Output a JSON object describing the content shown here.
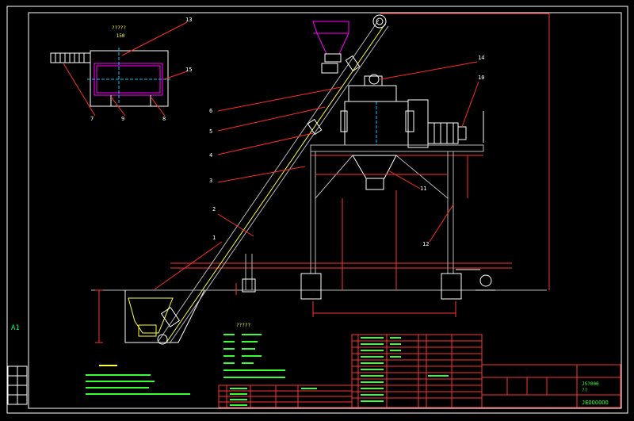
{
  "sheet": {
    "size_label": "A1",
    "drawing_no": "JEOOOOOO",
    "title_block_name": "JS?000",
    "title_block_sub": "??"
  },
  "callouts": [
    "1",
    "2",
    "3",
    "4",
    "5",
    "6",
    "7",
    "8",
    "9",
    "10",
    "11",
    "12",
    "13",
    "14",
    "15"
  ],
  "plan_view": {
    "title": "?????",
    "scale": "150"
  },
  "specs_label": "?????",
  "colors": {
    "background": "#000000",
    "frame": "#ffffff",
    "structure": "#b8b8b8",
    "leader": "#ff2a2a",
    "dimension": "#ff3333",
    "centerline": "#00c8ff",
    "hopper": "#ff00ff",
    "machine": "#ffffff",
    "notes": "#ffff33",
    "table_text": "#33ff33",
    "table_lines": "#ff3333"
  }
}
